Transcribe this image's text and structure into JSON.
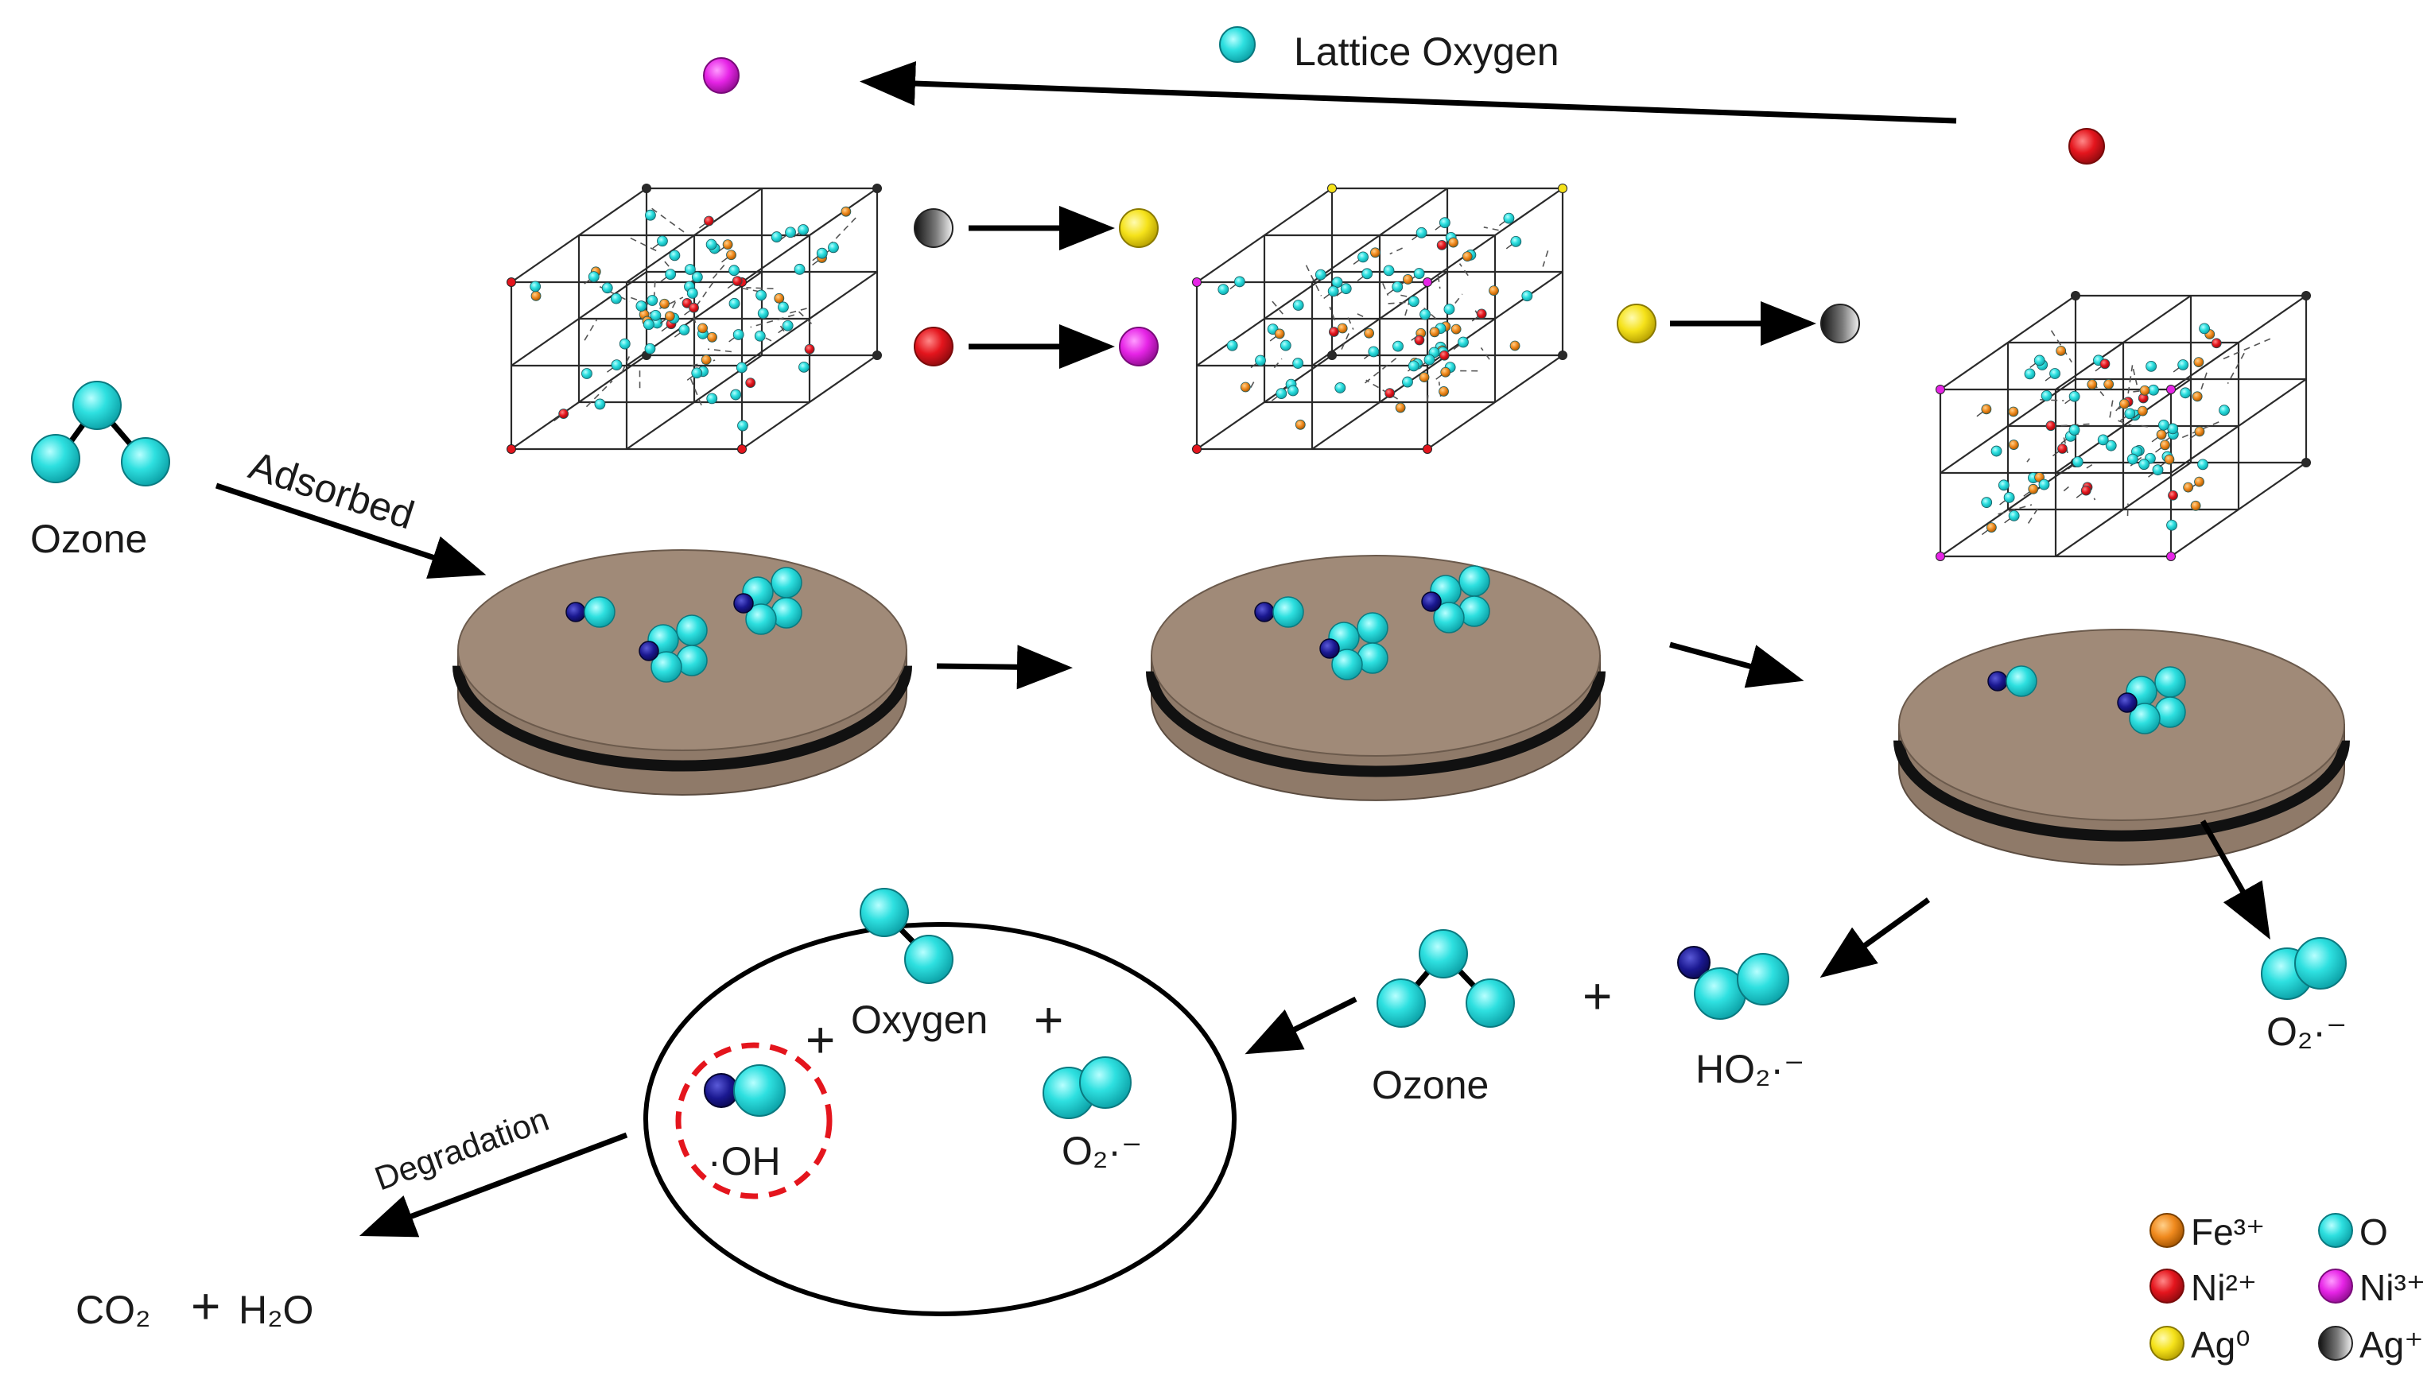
{
  "labels": {
    "lattice_oxygen": "Lattice Oxygen",
    "ozone_left": "Ozone",
    "adsorbed": "Adsorbed",
    "oxygen": "Oxygen",
    "oh": "·OH",
    "o2_radical_center": "O₂·⁻",
    "ozone_bottom": "Ozone",
    "ho2_radical": "HO₂·⁻",
    "o2_radical_right": "O₂·⁻",
    "degradation": "Degradation",
    "co2": "CO₂",
    "h2o": "H₂O",
    "plus": "+"
  },
  "legend": [
    {
      "label": "Fe³⁺",
      "color": "#f08a1e",
      "kind": "fe3"
    },
    {
      "label": "O",
      "color": "#2ee0e0",
      "kind": "o"
    },
    {
      "label": "Ni²⁺",
      "color": "#e4151d",
      "kind": "ni2"
    },
    {
      "label": "Ni³⁺",
      "color": "#e624e6",
      "kind": "ni3"
    },
    {
      "label": "Ag⁰",
      "color": "#f5e21a",
      "kind": "ag0"
    },
    {
      "label": "Ag⁺",
      "color": "#6b6b6b",
      "kind": "ag1"
    }
  ],
  "colors": {
    "oxygen_atom": "#2ee0e0",
    "hydrogen_atom": "#1a1890",
    "fe3": "#f08a1e",
    "ni2": "#e4151d",
    "ni3": "#e624e6",
    "ag0": "#f5e21a",
    "ag1": "#6b6b6b",
    "disc_fill": "#a08a78",
    "disc_band": "#111111",
    "oh_ring": "#e4151d"
  }
}
